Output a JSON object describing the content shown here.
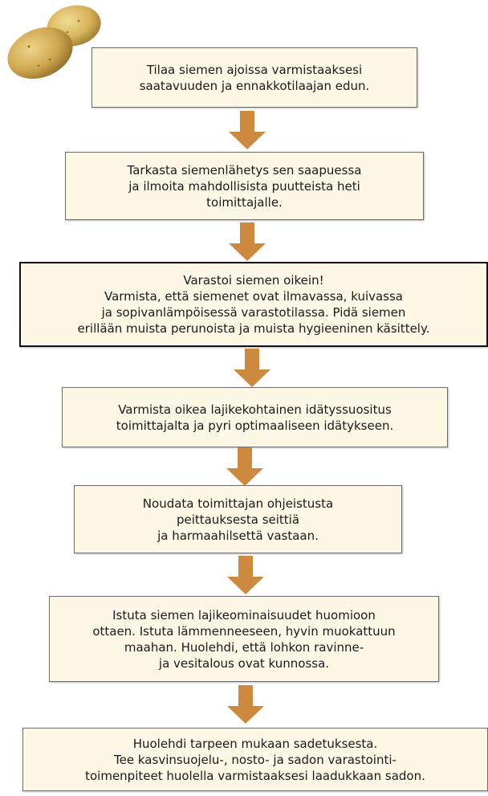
{
  "colors": {
    "box_fill": "#fdf7e5",
    "box_border": "#6b6b6b",
    "arrow": "#cd8a3f",
    "potato": "#d8b35a"
  },
  "decoration": {
    "icon": "potato-icon"
  },
  "steps": [
    {
      "text": "Tilaa siemen ajoissa varmistaaksesi\nsaatavuuden ja ennakkotilaajan edun."
    },
    {
      "text": "Tarkasta siemenlähetys sen saapuessa\nja ilmoita mahdollisista puutteista heti\ntoimittajalle."
    },
    {
      "text": "Varastoi siemen oikein!\nVarmista, että siemenet ovat ilmavassa, kuivassa\nja sopivanlämpöisessä varastotilassa. Pidä siemen\nerillään muista perunoista ja muista hygieeninen käsittely."
    },
    {
      "text": "Varmista oikea lajikekohtainen idätyssuositus\ntoimittajalta ja pyri optimaaliseen idätykseen."
    },
    {
      "text": "Noudata toimittajan ohjeistusta\npeittauksesta seittiä\nja harmaahilsettä vastaan."
    },
    {
      "text": "Istuta siemen lajikeominaisuudet huomioon\nottaen. Istuta lämmenneeseen, hyvin muokattuun\nmaahan. Huolehdi, että lohkon ravinne-\nja vesitalous ovat kunnossa."
    },
    {
      "text": "Huolehdi tarpeen mukaan sadetuksesta.\nTee kasvinsuojelu-, nosto- ja sadon varastointi-\ntoimenpiteet huolella varmistaaksesi laadukkaan sadon."
    }
  ]
}
